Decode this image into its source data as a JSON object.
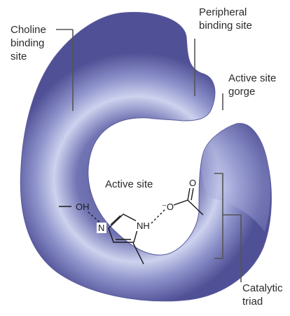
{
  "labels": {
    "choline": [
      "Choline",
      "binding",
      "site"
    ],
    "peripheral": [
      "Peripheral",
      "binding site"
    ],
    "gorge": [
      "Active site",
      "gorge"
    ],
    "active_site": "Active site",
    "catalytic": [
      "Catalytic",
      "triad"
    ]
  },
  "chem": {
    "oh": "OH",
    "n": "N",
    "nh": "NH",
    "o_minus": "⁻O",
    "o_double": "O"
  },
  "colors": {
    "enzyme_dark": "#5a5a9c",
    "enzyme_light": "#d4d8f0",
    "leader": "#555555"
  }
}
